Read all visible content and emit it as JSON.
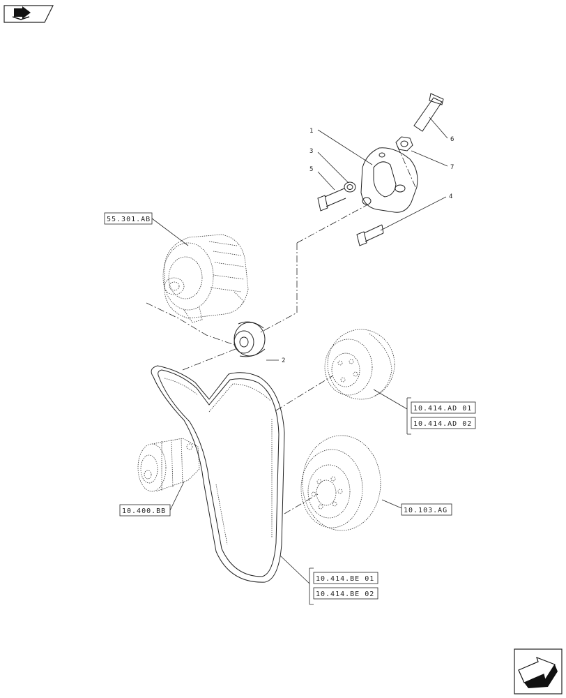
{
  "callouts": {
    "c1": "1",
    "c2": "2",
    "c3": "3",
    "c4": "4",
    "c5": "5",
    "c6": "6",
    "c7": "7"
  },
  "references": {
    "alternator": "55.301.AB",
    "pulley_a": "10.414.AD 01",
    "pulley_b": "10.414.AD 02",
    "water_pump": "10.400.BB",
    "damper": "10.103.AG",
    "belt_a": "10.414.BE 01",
    "belt_b": "10.414.BE 02"
  },
  "icons": {
    "top_left": "book-arrow-icon",
    "bottom_right": "next-page-arrow-icon"
  }
}
